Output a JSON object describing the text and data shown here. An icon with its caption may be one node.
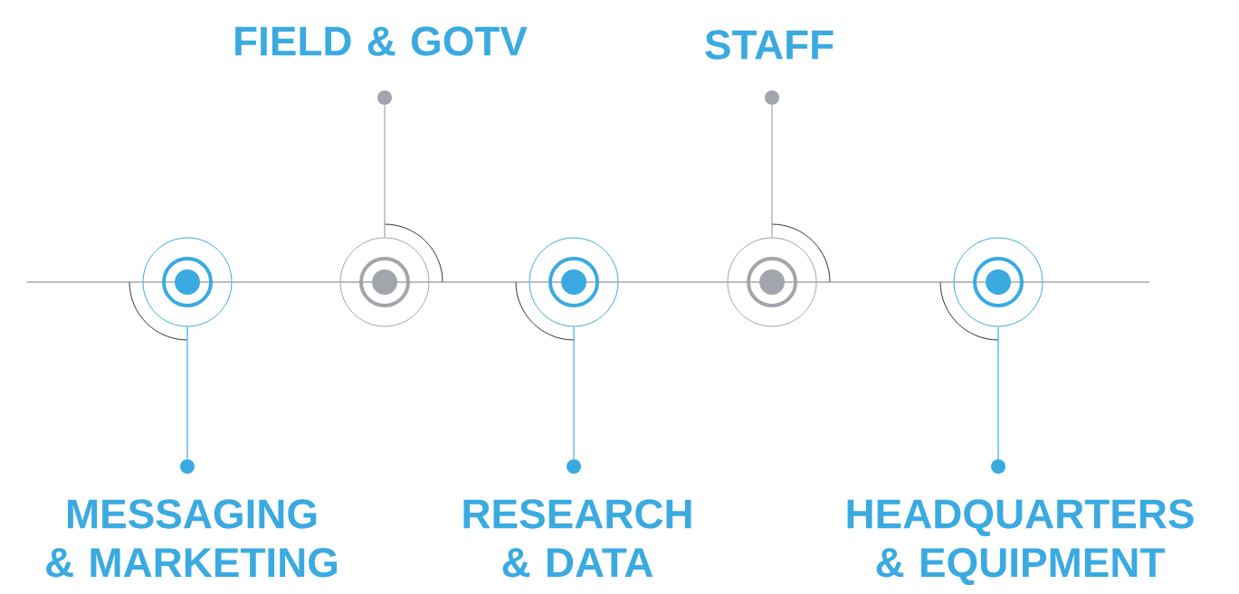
{
  "diagram": {
    "nodes": [
      {
        "text": [],
        "shape": "circle"
      },
      {
        "text": [],
        "shape": "circle"
      },
      {
        "text": [],
        "shape": "circle"
      },
      {
        "text": [],
        "shape": "circle"
      },
      {
        "text": [],
        "shape": "circle"
      },
      {
        "text": [],
        "shape": "circle",
        "beside": [
          "MESSAGING & MARKETING"
        ]
      },
      {
        "text": [],
        "shape": "circle",
        "beside": [
          "FIELD & GOTV"
        ]
      },
      {
        "text": [],
        "shape": "circle",
        "beside": [
          "RESEARCH & DATA"
        ]
      },
      {
        "text": [],
        "shape": "circle",
        "beside": [
          "STAFF"
        ]
      },
      {
        "text": [],
        "shape": "circle",
        "beside": [
          "HEADQUARTERS & EQUIPMENT"
        ]
      }
    ],
    "edges": [
      {
        "from": null,
        "to": 0,
        "arrow": "none"
      },
      {
        "from": 0,
        "to": 1,
        "arrow": "none"
      },
      {
        "from": 1,
        "to": 2,
        "arrow": "none"
      },
      {
        "from": 2,
        "to": 3,
        "arrow": "none"
      },
      {
        "from": 3,
        "to": 4,
        "arrow": "none"
      },
      {
        "from": 4,
        "to": null,
        "arrow": "none"
      },
      {
        "from": 0,
        "to": 5,
        "arrow": "none",
        "color": "#3aaae1"
      },
      {
        "from": 1,
        "to": 6,
        "arrow": "none",
        "color": "#a3a5ac"
      },
      {
        "from": 2,
        "to": 7,
        "arrow": "none",
        "color": "#3aaae1"
      },
      {
        "from": 3,
        "to": 8,
        "arrow": "none",
        "color": "#a3a5ac"
      },
      {
        "from": 4,
        "to": 9,
        "arrow": "none",
        "color": "#3aaae1"
      }
    ]
  }
}
